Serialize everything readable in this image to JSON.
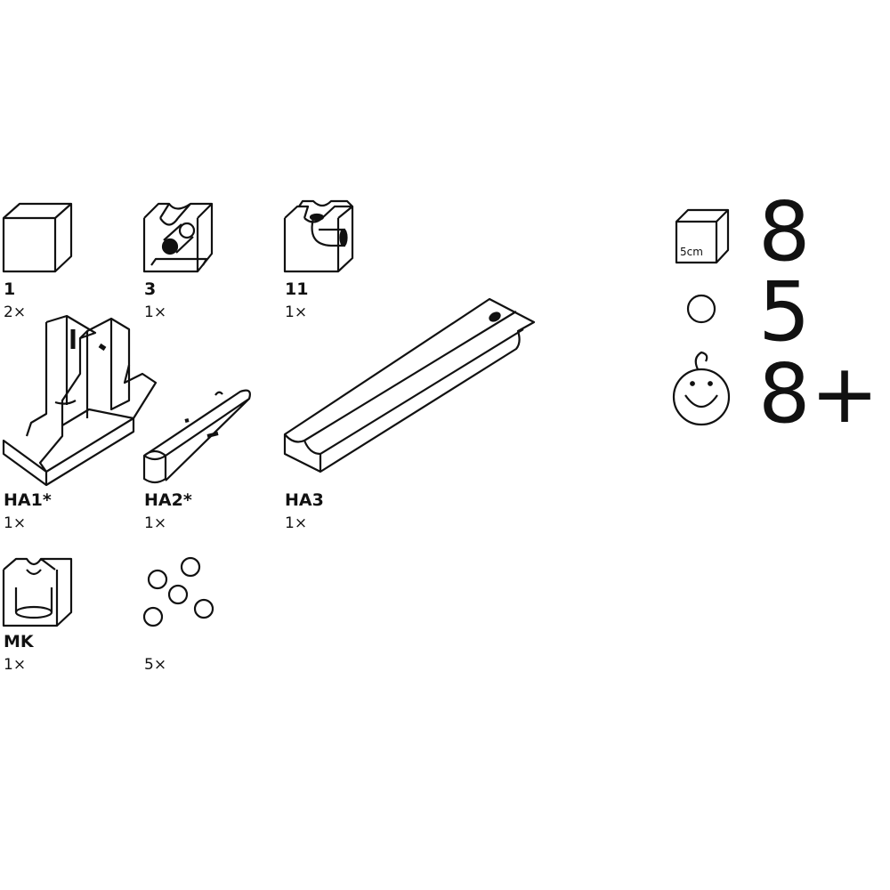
{
  "parts": [
    {
      "id": "1",
      "qty": "2×"
    },
    {
      "id": "3",
      "qty": "1×"
    },
    {
      "id": "11",
      "qty": "1×"
    },
    {
      "id": "HA1*",
      "qty": "1×"
    },
    {
      "id": "HA2*",
      "qty": "1×"
    },
    {
      "id": "HA3",
      "qty": "1×"
    },
    {
      "id": "MK",
      "qty": "1×"
    },
    {
      "id": "",
      "qty": "5×"
    }
  ],
  "info": {
    "cube_size_label": "5cm",
    "cube_count": "8",
    "ball_count": "5",
    "age": "8+"
  },
  "icons": [
    "cube-icon",
    "ball-icon",
    "child-face-icon"
  ]
}
